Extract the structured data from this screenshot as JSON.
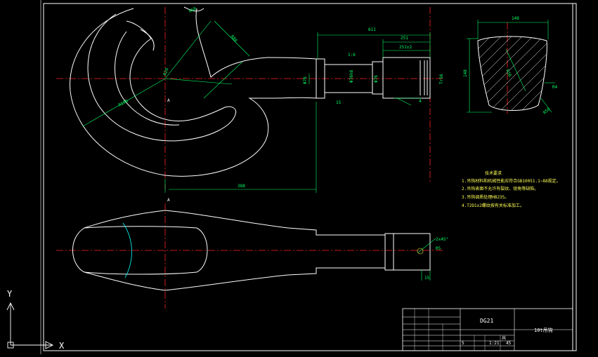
{
  "title_block": {
    "drawing_no": "DG21",
    "part_name": "10t吊钩",
    "scale_label": "S",
    "scale_value": "1:21",
    "sheet_label": "共",
    "sheet_value": "45"
  },
  "labels": {
    "section_a_top": "A",
    "section_a_bottom": "A"
  },
  "notes": {
    "heading": "技术要求",
    "lines": [
      "1.吊钩材料和机械性能应符合GB10051.1~88规定。",
      "2.吊钩表面不允许有裂纹、锐角等缺陷。",
      "3.吊钩调质处理HB235。",
      "4.T2D1x2螺纹按有关标准加工。"
    ]
  },
  "dimensions": {
    "d_top_left": "R68",
    "d_diag_right": "R88",
    "d_center": "R20",
    "d_left_big": "R156",
    "d_total_len": "611",
    "d_thread_len": "251",
    "d_thread_sub": "251±2",
    "d_shank": "Φ76",
    "d_shank_tol": "Φ76h8",
    "d_mid": "Φ76",
    "d_end": "Tr56",
    "d_chamfer": "4",
    "d_bottom_len": "388",
    "d_small1": "1:6",
    "d_small2": "15",
    "d_sec_top": "148",
    "d_sec_left": "148",
    "d_sec_mid": "R16",
    "d_sec_right": "R4",
    "d_sec_bot": "R50",
    "d_plan_end": "2x45°",
    "d_plan_r": "R5",
    "d_plan_15": "15"
  },
  "ucs": {
    "y_label": "Y",
    "x_label": "X"
  },
  "colors": {
    "outline": "#ffffff",
    "center": "#ff2222",
    "dimension": "#00ff66",
    "hatch": "#ffffff",
    "note": "#ffff55",
    "border": "#ffffff"
  }
}
